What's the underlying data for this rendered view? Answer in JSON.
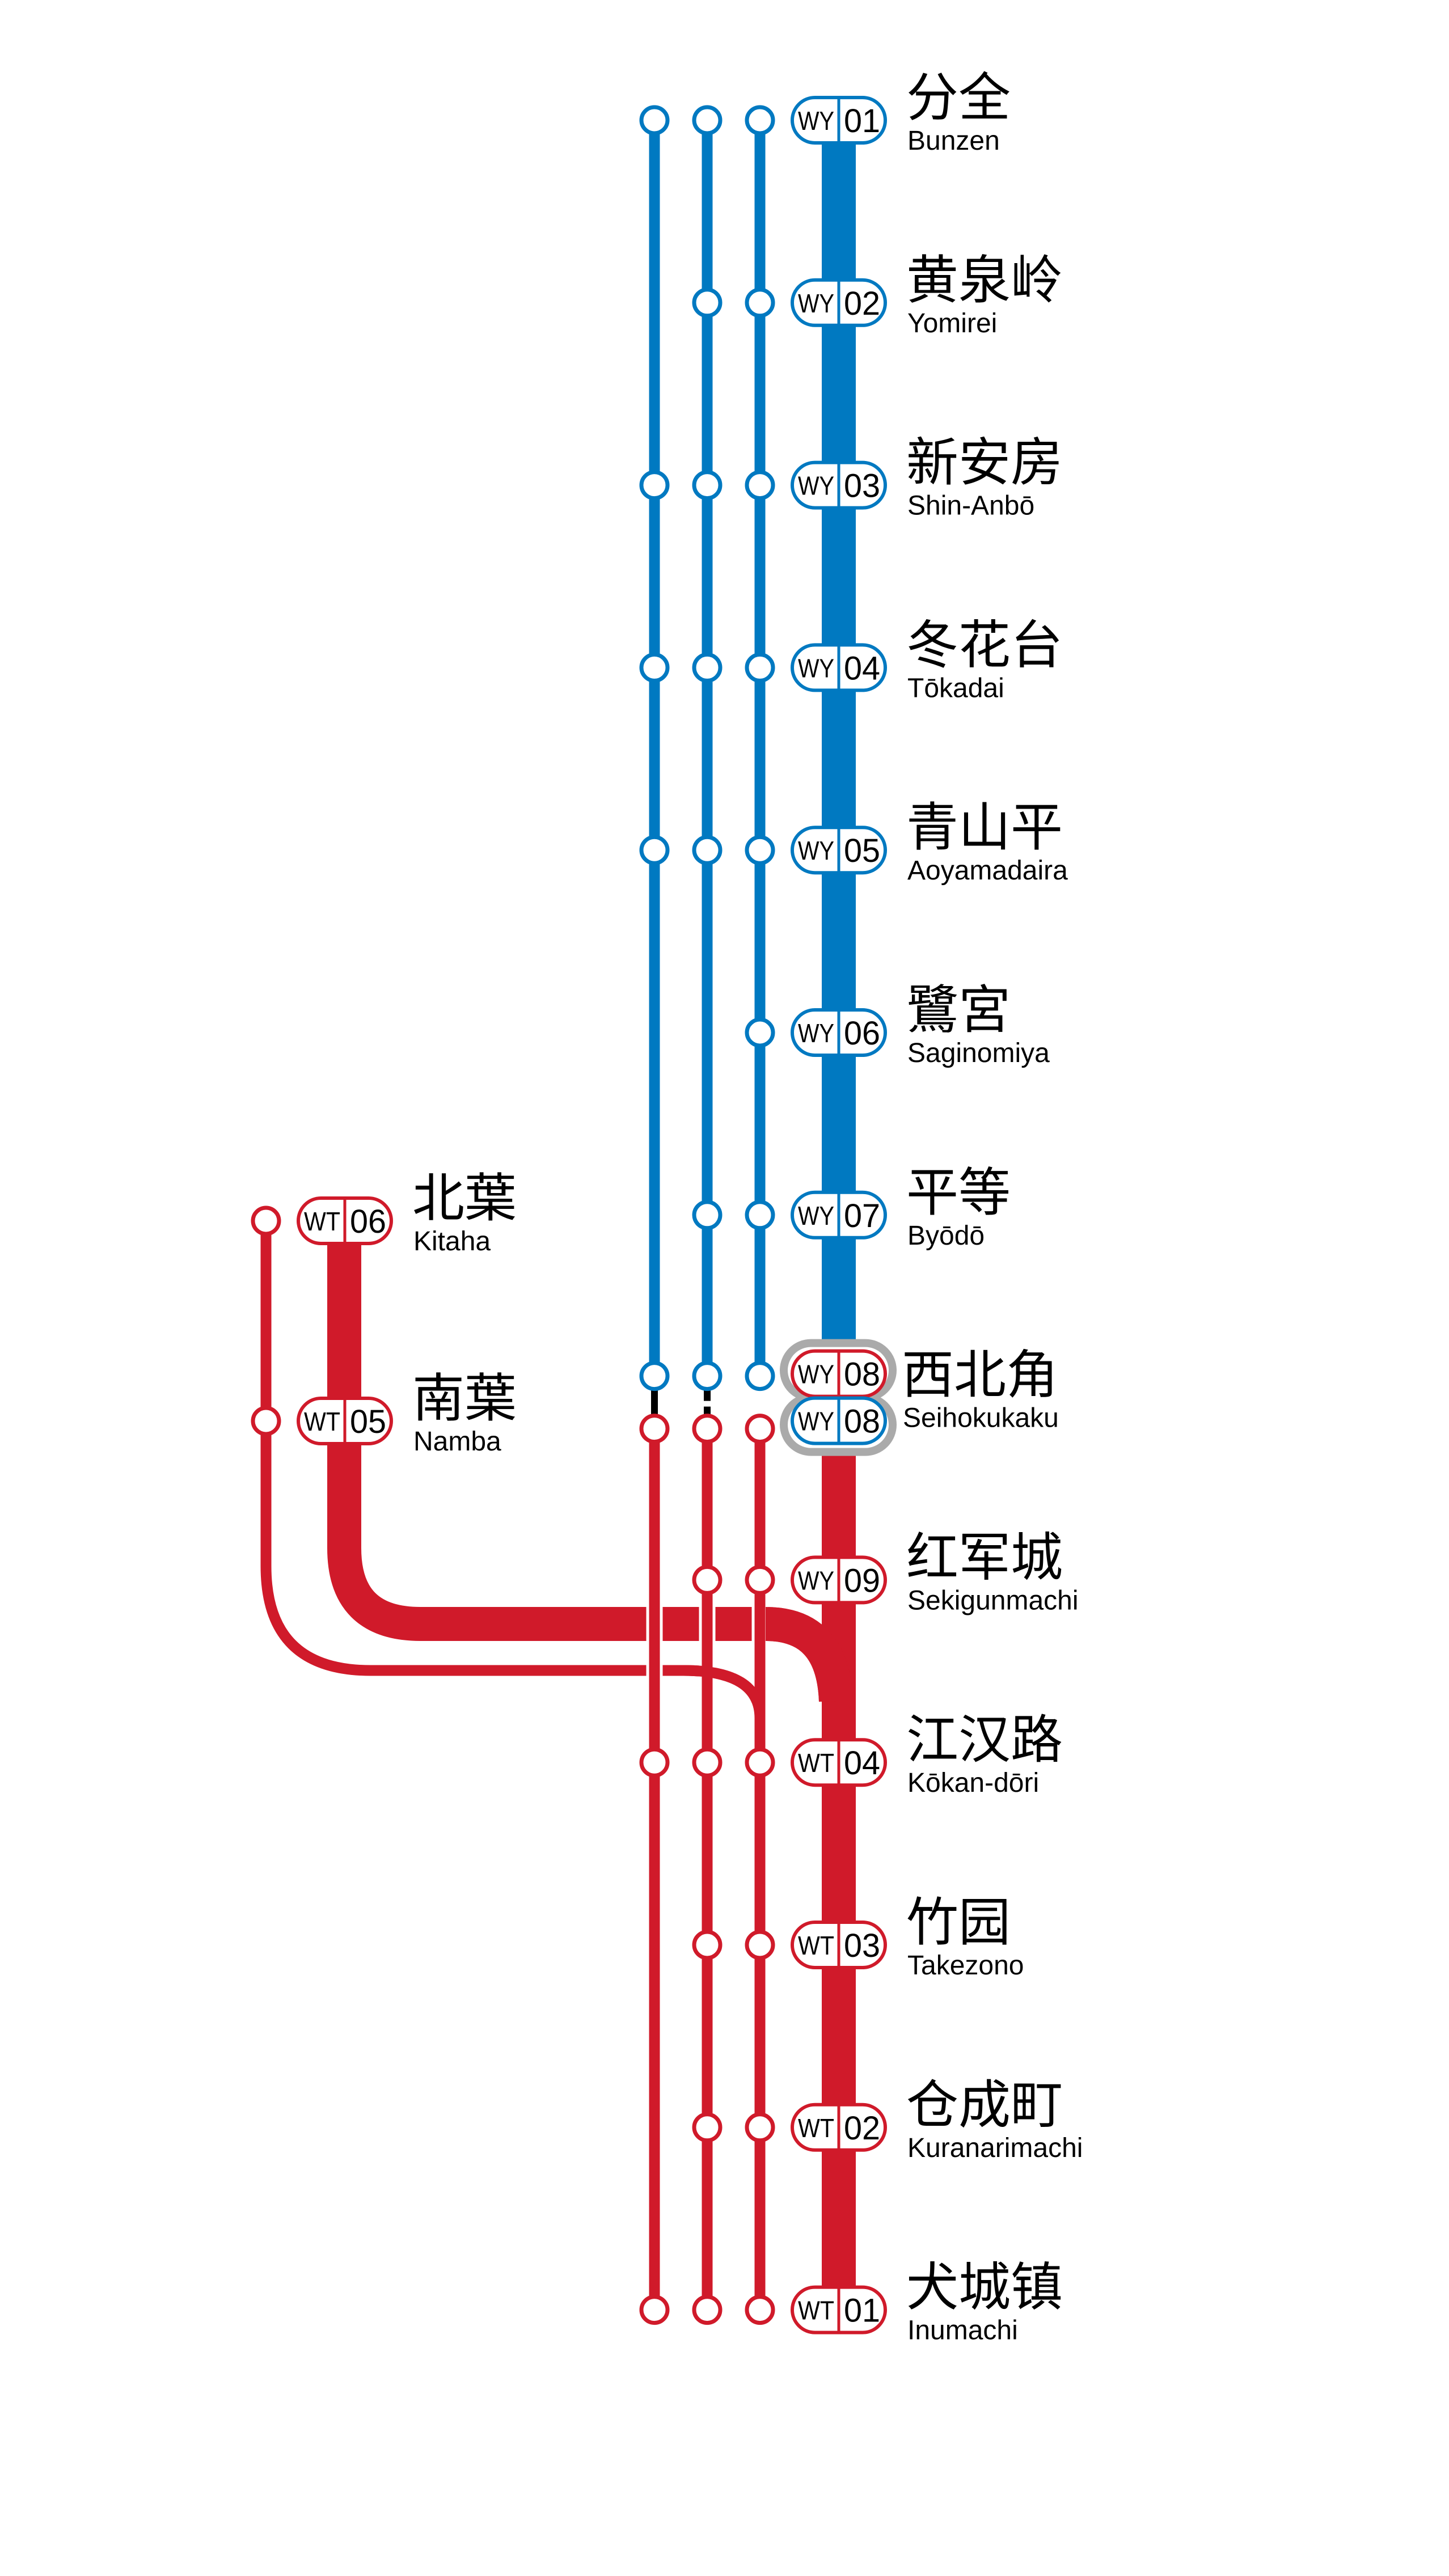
{
  "title": "Route diagram",
  "colors": {
    "blue_line": "#0079c1",
    "red_line": "#d01a2a",
    "transfer_outline": "#aaaaaa",
    "connector": "#000000",
    "text": "#000000",
    "background": "#ffffff"
  },
  "main_stations": [
    {
      "zh": "分全",
      "en": "Bunzen",
      "badges": [
        {
          "line": "WY",
          "num": "01",
          "color": "blue"
        }
      ],
      "stops": {
        "A": "blue",
        "B": "blue",
        "C": "blue"
      }
    },
    {
      "zh": "黄泉岭",
      "en": "Yomirei",
      "badges": [
        {
          "line": "WY",
          "num": "02",
          "color": "blue"
        }
      ],
      "stops": {
        "B": "blue",
        "C": "blue"
      }
    },
    {
      "zh": "新安房",
      "en": "Shin-Anbō",
      "badges": [
        {
          "line": "WY",
          "num": "03",
          "color": "blue"
        }
      ],
      "stops": {
        "A": "blue",
        "B": "blue",
        "C": "blue"
      }
    },
    {
      "zh": "冬花台",
      "en": "Tōkadai",
      "badges": [
        {
          "line": "WY",
          "num": "04",
          "color": "blue"
        }
      ],
      "stops": {
        "A": "blue",
        "B": "blue",
        "C": "blue"
      }
    },
    {
      "zh": "青山平",
      "en": "Aoyamadaira",
      "badges": [
        {
          "line": "WY",
          "num": "05",
          "color": "blue"
        }
      ],
      "stops": {
        "A": "blue",
        "B": "blue",
        "C": "blue"
      }
    },
    {
      "zh": "鷺宮",
      "en": "Saginomiya",
      "badges": [
        {
          "line": "WY",
          "num": "06",
          "color": "blue"
        }
      ],
      "stops": {
        "C": "blue"
      }
    },
    {
      "zh": "平等",
      "en": "Byōdō",
      "badges": [
        {
          "line": "WY",
          "num": "07",
          "color": "blue"
        }
      ],
      "stops": {
        "B": "blue",
        "C": "blue"
      }
    },
    {
      "zh": "西北角",
      "en": "Seihokukaku",
      "transfer": true,
      "badges": [
        {
          "line": "WY",
          "num": "08",
          "color": "red"
        },
        {
          "line": "WY",
          "num": "08",
          "color": "blue"
        }
      ],
      "stops": {
        "A": "both",
        "B": "both",
        "C": "both"
      },
      "connectors": {
        "A": "solid",
        "B": "dashed"
      }
    },
    {
      "zh": "红军城",
      "en": "Sekigunmachi",
      "badges": [
        {
          "line": "WY",
          "num": "09",
          "color": "red"
        }
      ],
      "stops": {
        "B": "red",
        "C": "red"
      }
    },
    {
      "zh": "江汉路",
      "en": "Kōkan-dōri",
      "badges": [
        {
          "line": "WT",
          "num": "04",
          "color": "red"
        }
      ],
      "stops": {
        "A": "red",
        "B": "red",
        "C": "red"
      }
    },
    {
      "zh": "竹园",
      "en": "Takezono",
      "badges": [
        {
          "line": "WT",
          "num": "03",
          "color": "red"
        }
      ],
      "stops": {
        "B": "red",
        "C": "red"
      }
    },
    {
      "zh": "仓成町",
      "en": "Kuranarimachi",
      "badges": [
        {
          "line": "WT",
          "num": "02",
          "color": "red"
        }
      ],
      "stops": {
        "B": "red",
        "C": "red"
      }
    },
    {
      "zh": "犬城镇",
      "en": "Inumachi",
      "badges": [
        {
          "line": "WT",
          "num": "01",
          "color": "red"
        }
      ],
      "stops": {
        "A": "red",
        "B": "red",
        "C": "red"
      }
    }
  ],
  "branch_stations": [
    {
      "zh": "北葉",
      "en": "Kitaha",
      "badges": [
        {
          "line": "WT",
          "num": "06",
          "color": "red"
        }
      ],
      "stop": true
    },
    {
      "zh": "南葉",
      "en": "Namba",
      "badges": [
        {
          "line": "WT",
          "num": "05",
          "color": "red"
        }
      ],
      "stop": true
    }
  ]
}
